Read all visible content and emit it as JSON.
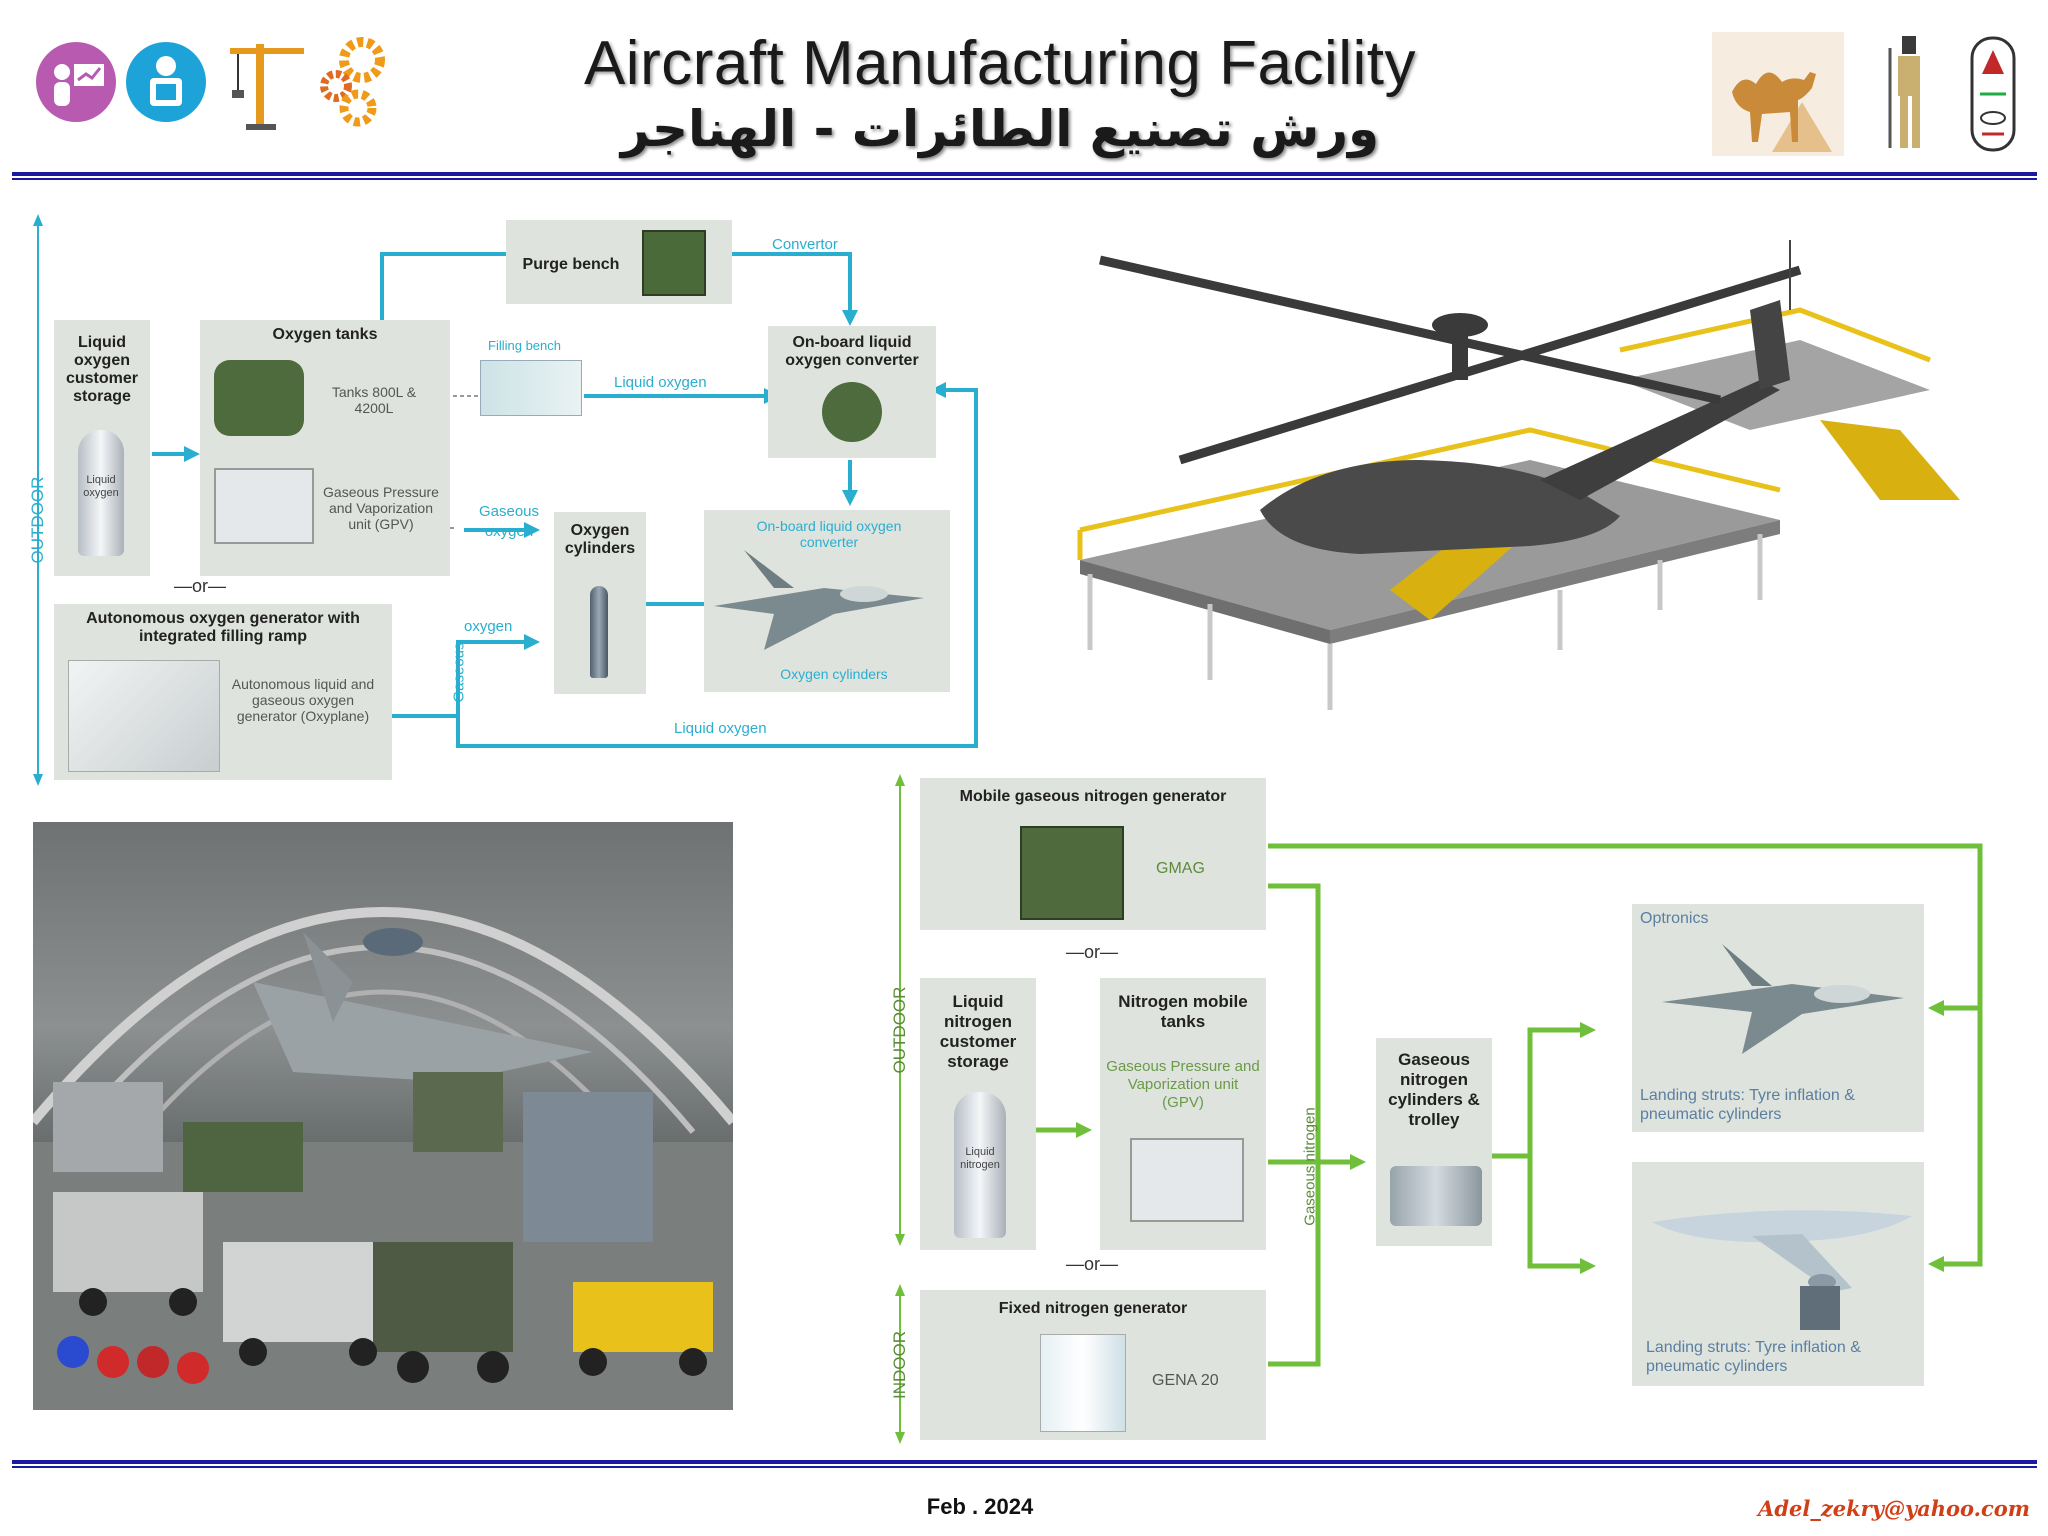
{
  "header": {
    "title_en": "Aircraft Manufacturing Facility",
    "title_ar": "ورش تصنيع الطائرات - الهناجر"
  },
  "oxygen_diagram": {
    "side_label": "OUTDOOR",
    "purge_bench": "Purge bench",
    "convertor": "Convertor",
    "liquid_storage": "Liquid oxygen customer storage",
    "liquid_tank_label": "Liquid oxygen",
    "oxygen_tanks": "Oxygen tanks",
    "tanks_capacity": "Tanks 800L & 4200L",
    "filling_bench": "Filling bench",
    "liquid_oxygen_1": "Liquid oxygen",
    "onboard_converter": "On-board liquid oxygen converter",
    "gpv": "Gaseous Pressure and Vaporization unit (GPV)",
    "gaseous_oxygen": "Gaseous oxygen",
    "oxygen_cylinders": "Oxygen cylinders",
    "onboard_converter_2": "On-board liquid oxygen converter",
    "oxygen_cylinders_2": "Oxygen cylinders",
    "or": "—or—",
    "autonomous_title": "Autonomous oxygen generator with integrated filling ramp",
    "autonomous_desc": "Autonomous liquid and gaseous oxygen generator (Oxyplane)",
    "gaseous_label": "Gaseous",
    "oxygen_label": "oxygen",
    "liquid_oxygen_2": "Liquid oxygen"
  },
  "nitrogen_diagram": {
    "outdoor": "OUTDOOR",
    "indoor": "INDOOR",
    "mobile_generator": "Mobile gaseous nitrogen generator",
    "gmag": "GMAG",
    "or1": "—or—",
    "liquid_storage": "Liquid nitrogen customer storage",
    "liquid_tank_label": "Liquid nitrogen",
    "mobile_tanks": "Nitrogen mobile tanks",
    "gpv": "Gaseous Pressure and Vaporization unit (GPV)",
    "gaseous_nitrogen": "Gaseous nitrogen",
    "or2": "—or—",
    "fixed_generator": "Fixed nitrogen generator",
    "gena": "GENA 20",
    "cylinders": "Gaseous nitrogen cylinders & trolley",
    "optronics": "Optronics",
    "struts1": "Landing struts: Tyre inflation & pneumatic cylinders",
    "struts2": "Landing struts: Tyre inflation & pneumatic cylinders"
  },
  "footer": {
    "date": "Feb . 2024",
    "email": "Adel_zekry@yahoo.com"
  },
  "colors": {
    "rule": "#1a1aa0",
    "oxygen_arrow": "#2aaed0",
    "nitrogen_arrow": "#6fbf3a",
    "box": "#dfe3dd",
    "platform": "#e8c21a"
  }
}
